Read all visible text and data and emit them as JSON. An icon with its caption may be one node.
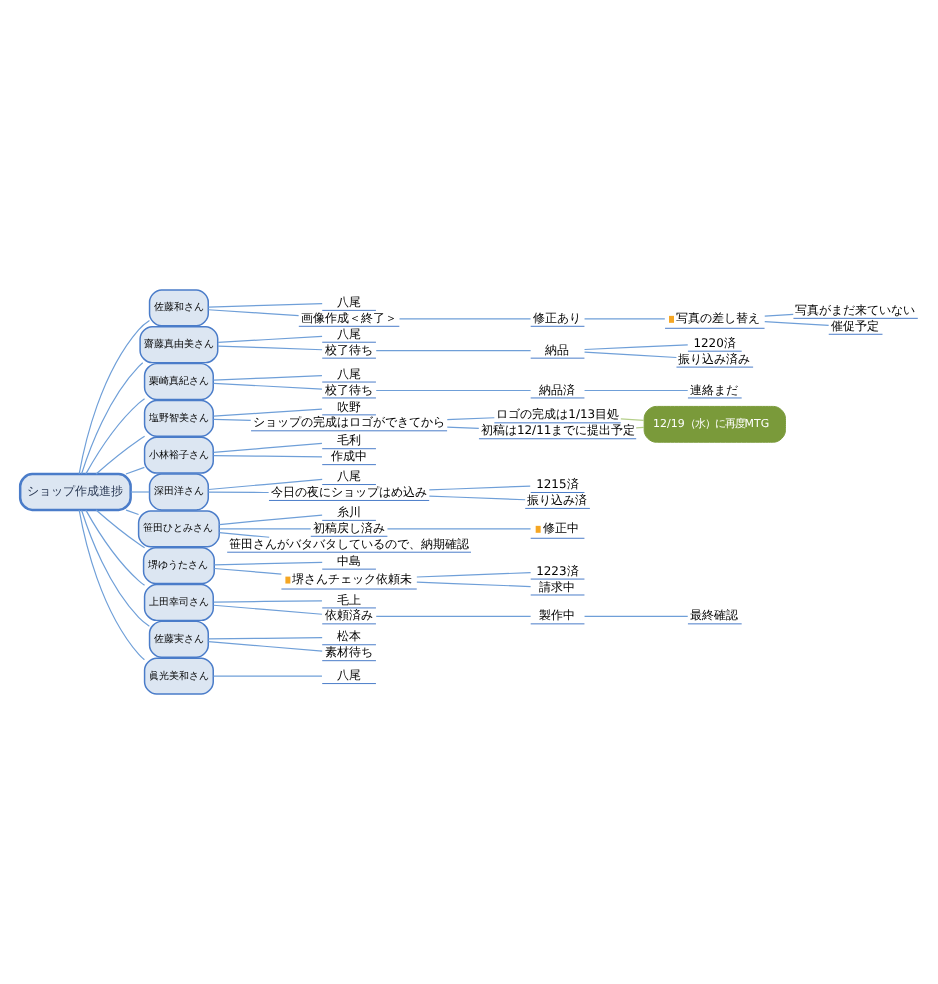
{
  "diagram": {
    "nodes": [
      {
        "text": [
          "ショップ作成進捗"
        ]
      },
      {
        "text": [
          "佐藤和さん"
        ]
      },
      {
        "text": [
          "八尾"
        ]
      },
      {
        "text": [
          "画像作成＜終了＞"
        ]
      },
      {
        "text": [
          "修正あり"
        ]
      },
      {
        "text": [
          "写真の差し替え"
        ]
      },
      {
        "text": [
          "写真がまだ来ていない"
        ]
      },
      {
        "text": [
          "催促予定"
        ]
      },
      {
        "text": [
          "齋藤真由美さん"
        ]
      },
      {
        "text": [
          "八尾"
        ]
      },
      {
        "text": [
          "校了待ち"
        ]
      },
      {
        "text": [
          "納品"
        ]
      },
      {
        "text": [
          "1220済"
        ]
      },
      {
        "text": [
          "振り込み済み"
        ]
      },
      {
        "text": [
          "栗崎真紀さん"
        ]
      },
      {
        "text": [
          "八尾"
        ]
      },
      {
        "text": [
          "校了待ち"
        ]
      },
      {
        "text": [
          "納品済"
        ]
      },
      {
        "text": [
          "連絡まだ"
        ]
      },
      {
        "text": [
          "塩野智美さん"
        ]
      },
      {
        "text": [
          "吹野"
        ]
      },
      {
        "text": [
          "ショップの完成はロゴができてから"
        ]
      },
      {
        "text": [
          "ロゴの完成は1/13目処"
        ]
      },
      {
        "text": [
          "初稿は12/11までに提出予定"
        ]
      },
      {
        "text": [
          "12/19（水）に再度MTG"
        ]
      },
      {
        "text": [
          "小林裕子さん"
        ]
      },
      {
        "text": [
          "毛利"
        ]
      },
      {
        "text": [
          "作成中"
        ]
      },
      {
        "text": [
          "深田洋さん"
        ]
      },
      {
        "text": [
          "八尾"
        ]
      },
      {
        "text": [
          "今日の夜にショップはめ込み"
        ]
      },
      {
        "text": [
          "1215済"
        ]
      },
      {
        "text": [
          "振り込み済"
        ]
      },
      {
        "text": [
          "笹田ひとみさん"
        ]
      },
      {
        "text": [
          "糸川"
        ]
      },
      {
        "text": [
          "初稿戻し済み"
        ]
      },
      {
        "text": [
          "修正中"
        ]
      },
      {
        "text": [
          "笹田さんがバタバタしているので、納期確認"
        ]
      },
      {
        "text": [
          "堺ゆうたさん"
        ]
      },
      {
        "text": [
          "中島"
        ]
      },
      {
        "text": [
          "堺さんチェック依頼未"
        ]
      },
      {
        "text": [
          "1223済"
        ]
      },
      {
        "text": [
          "請求中"
        ]
      },
      {
        "text": [
          "上田幸司さん"
        ]
      },
      {
        "text": [
          "毛上"
        ]
      },
      {
        "text": [
          "依頼済み"
        ]
      },
      {
        "text": [
          "製作中"
        ]
      },
      {
        "text": [
          "最終確認"
        ]
      },
      {
        "text": [
          "佐藤実さん"
        ]
      },
      {
        "text": [
          "松本"
        ]
      },
      {
        "text": [
          "素材待ち"
        ]
      },
      {
        "text": [
          "眞光美和さん"
        ]
      },
      {
        "text": [
          "八尾"
        ]
      }
    ],
    "edges": [
      {
        "from": 0,
        "to": 1,
        "arrow": "none"
      },
      {
        "from": 1,
        "to": 2,
        "arrow": "none"
      },
      {
        "from": 1,
        "to": 3,
        "arrow": "none"
      },
      {
        "from": 3,
        "to": 4,
        "arrow": "none"
      },
      {
        "from": 4,
        "to": 5,
        "arrow": "none"
      },
      {
        "from": 5,
        "to": 6,
        "arrow": "none"
      },
      {
        "from": 5,
        "to": 7,
        "arrow": "none"
      },
      {
        "from": 0,
        "to": 8,
        "arrow": "none"
      },
      {
        "from": 8,
        "to": 9,
        "arrow": "none"
      },
      {
        "from": 8,
        "to": 10,
        "arrow": "none"
      },
      {
        "from": 10,
        "to": 11,
        "arrow": "none"
      },
      {
        "from": 11,
        "to": 12,
        "arrow": "none"
      },
      {
        "from": 11,
        "to": 13,
        "arrow": "none"
      },
      {
        "from": 0,
        "to": 14,
        "arrow": "none"
      },
      {
        "from": 14,
        "to": 15,
        "arrow": "none"
      },
      {
        "from": 14,
        "to": 16,
        "arrow": "none"
      },
      {
        "from": 16,
        "to": 17,
        "arrow": "none"
      },
      {
        "from": 17,
        "to": 18,
        "arrow": "none"
      },
      {
        "from": 0,
        "to": 19,
        "arrow": "none"
      },
      {
        "from": 19,
        "to": 20,
        "arrow": "none"
      },
      {
        "from": 19,
        "to": 21,
        "arrow": "none"
      },
      {
        "from": 21,
        "to": 22,
        "arrow": "none"
      },
      {
        "from": 21,
        "to": 23,
        "arrow": "none"
      },
      {
        "from": 22,
        "to": 24,
        "arrow": "none",
        "color": "#b5cf8a"
      },
      {
        "from": 23,
        "to": 24,
        "arrow": "none",
        "color": "#b5cf8a"
      },
      {
        "from": 0,
        "to": 25,
        "arrow": "none"
      },
      {
        "from": 25,
        "to": 26,
        "arrow": "none"
      },
      {
        "from": 25,
        "to": 27,
        "arrow": "none"
      },
      {
        "from": 0,
        "to": 28,
        "arrow": "none"
      },
      {
        "from": 28,
        "to": 29,
        "arrow": "none"
      },
      {
        "from": 28,
        "to": 30,
        "arrow": "none"
      },
      {
        "from": 30,
        "to": 31,
        "arrow": "none"
      },
      {
        "from": 30,
        "to": 32,
        "arrow": "none"
      },
      {
        "from": 0,
        "to": 33,
        "arrow": "none"
      },
      {
        "from": 33,
        "to": 34,
        "arrow": "none"
      },
      {
        "from": 33,
        "to": 35,
        "arrow": "none"
      },
      {
        "from": 35,
        "to": 36,
        "arrow": "none"
      },
      {
        "from": 33,
        "to": 37,
        "arrow": "none"
      },
      {
        "from": 0,
        "to": 38,
        "arrow": "none"
      },
      {
        "from": 38,
        "to": 39,
        "arrow": "none"
      },
      {
        "from": 38,
        "to": 40,
        "arrow": "none"
      },
      {
        "from": 40,
        "to": 41,
        "arrow": "none"
      },
      {
        "from": 40,
        "to": 42,
        "arrow": "none"
      },
      {
        "from": 0,
        "to": 43,
        "arrow": "none"
      },
      {
        "from": 43,
        "to": 44,
        "arrow": "none"
      },
      {
        "from": 43,
        "to": 45,
        "arrow": "none"
      },
      {
        "from": 45,
        "to": 46,
        "arrow": "none"
      },
      {
        "from": 46,
        "to": 47,
        "arrow": "none"
      },
      {
        "from": 0,
        "to": 48,
        "arrow": "none"
      },
      {
        "from": 48,
        "to": 49,
        "arrow": "none"
      },
      {
        "from": 48,
        "to": 50,
        "arrow": "none"
      },
      {
        "from": 0,
        "to": 51,
        "arrow": "none"
      },
      {
        "from": 51,
        "to": 52,
        "arrow": "none"
      }
    ]
  }
}
